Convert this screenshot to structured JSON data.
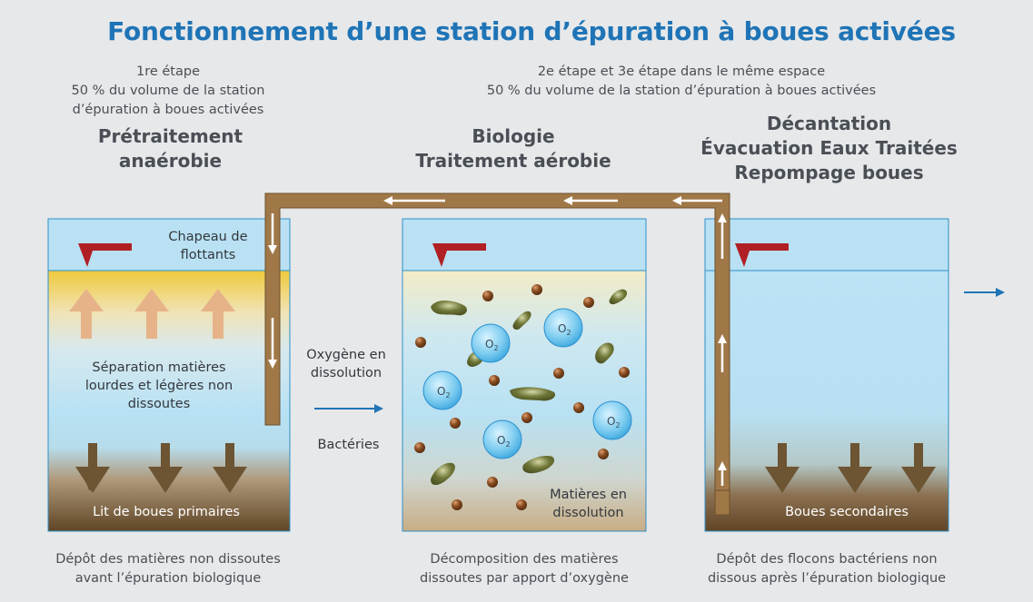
{
  "title": "Fonctionnement d’une station d’épuration à boues activées",
  "step1": {
    "line1": "1re étape",
    "line2": "50 % du volume de la station",
    "line3": "d’épuration à boues activées"
  },
  "step23": {
    "line1": "2e étape et 3e étape dans le même espace",
    "line2": "50 % du volume de la station d’épuration à boues activées"
  },
  "stages": {
    "left": [
      "Prétraitement",
      "anaérobie"
    ],
    "middle": [
      "Biologie",
      "Traitement aérobie"
    ],
    "right": [
      "Décantation",
      "Évacuation Eaux Traitées",
      "Repompage boues"
    ]
  },
  "tank1": {
    "cap_label": [
      "Chapeau de",
      "flottants"
    ],
    "separation": [
      "Séparation matières",
      "lourdes et légères non",
      "dissoutes"
    ],
    "bottom": "Lit de boues primaires"
  },
  "inflow": {
    "oxygen": [
      "Oxygène en",
      "dissolution"
    ],
    "bacteria": "Bactéries"
  },
  "tank2": {
    "dissolved": [
      "Matières en",
      "dissolution"
    ],
    "o2": "O",
    "o2_sub": "2"
  },
  "tank3": {
    "bottom": "Boues secondaires"
  },
  "captions": {
    "left": [
      "Dépôt des matières non dissoutes",
      "avant l’épuration biologique"
    ],
    "middle": [
      "Décomposition des matières",
      "dissoutes par apport d’oxygène"
    ],
    "right": [
      "Dépôt des flocons bactériens non",
      "dissous après l’épuration biologique"
    ]
  },
  "colors": {
    "title": "#1f74b6",
    "pipe": "#a07848",
    "water": "#b9e1f3",
    "sludge": "#5f4525",
    "flow_arrow": "#1f74b6",
    "level_marker": "#b01f24"
  }
}
